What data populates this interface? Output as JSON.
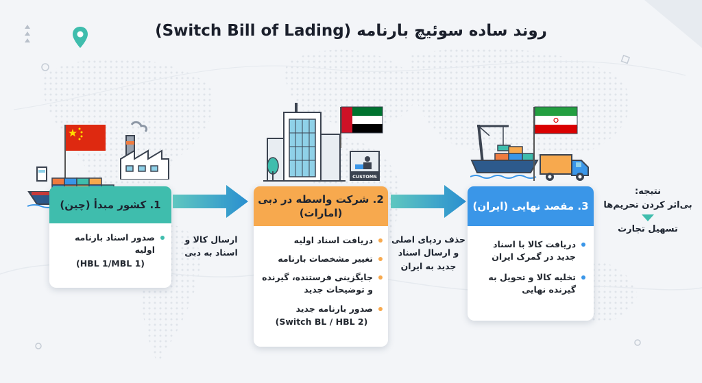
{
  "title": "روند ساده سوئیچ بارنامه (Switch Bill of Lading)",
  "colors": {
    "teal": "#3fbdad",
    "orange": "#f7a94e",
    "blue": "#3a96e8",
    "arrow": "#2a8fd0"
  },
  "step1": {
    "heading": "1. کشور مبدأ (چین)",
    "items": [
      "صدور اسناد بارنامه اولیه",
      "(HBL 1/MBL 1)"
    ]
  },
  "arrow1": {
    "line1": "ارسال کالا و",
    "line2": "اسناد به دبی"
  },
  "step2": {
    "heading_line1": "2. شرکت واسطه در دبی",
    "heading_line2": "(امارات)",
    "items": [
      "دریافت اسناد اولیه",
      "تغییر مشخصات بارنامه",
      "جایگزینی فرستنده، گیرنده و توضیحات جدید",
      "صدور بارنامه جدید",
      "(Switch BL / HBL 2)"
    ],
    "customs_label": "CUSTOMS"
  },
  "arrow2": {
    "line1": "حذف ردپای اصلی",
    "line2": "و ارسال اسناد",
    "line3": "جدید به ایران"
  },
  "step3": {
    "heading": "3. مقصد نهایی (ایران)",
    "items": [
      "دریافت کالا با اسناد جدید در گمرک ایران",
      "تخلیه کالا و تحویل به گیرنده نهایی"
    ]
  },
  "result": {
    "label": "نتیجه:",
    "line1": "بی‌اثر کردن تحریم‌ها",
    "line2": "تسهیل تجارت"
  },
  "icons": [
    "location-pin-icon",
    "cargo-ship-icon",
    "factory-icon",
    "office-building-icon",
    "customs-icon",
    "port-crane-icon",
    "truck-icon"
  ]
}
